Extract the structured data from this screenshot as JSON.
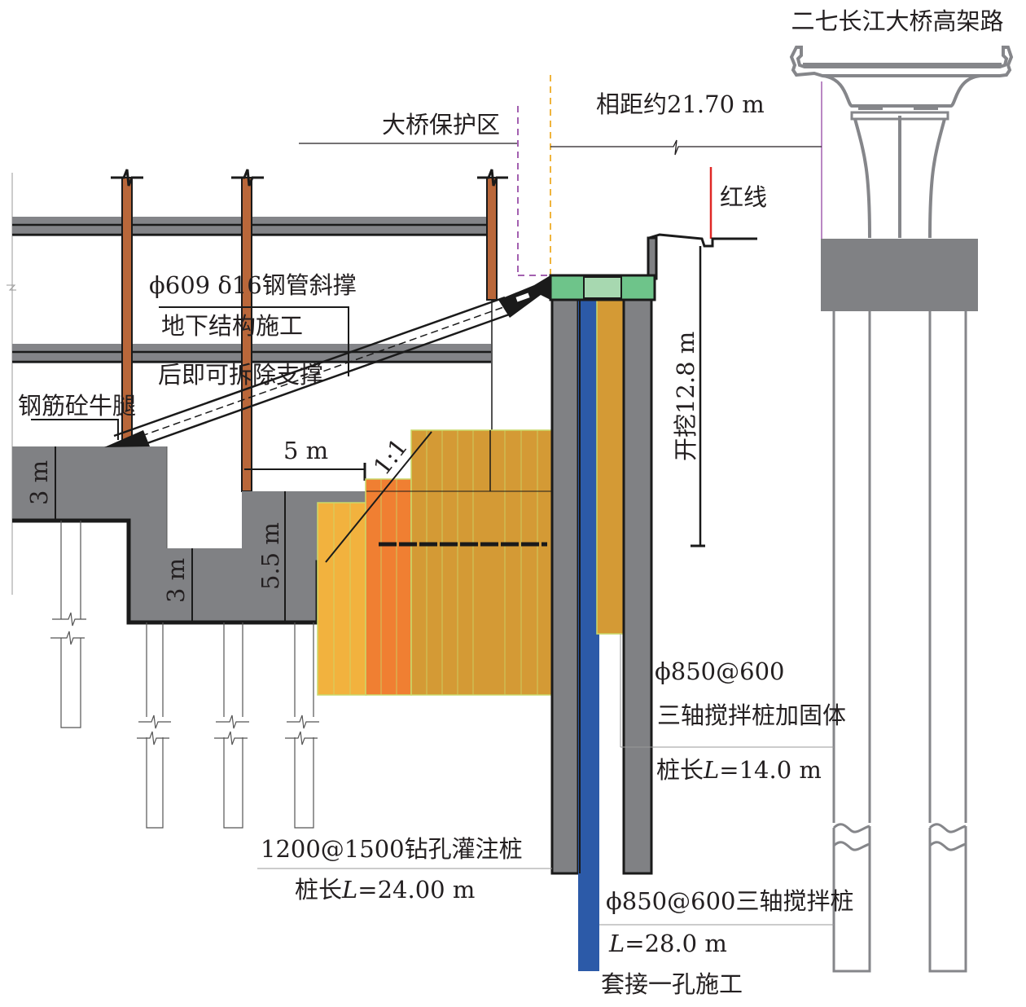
{
  "title": "二七长江大桥高架路",
  "labels": {
    "bridge_protection_zone": "大桥保护区",
    "distance": "相距约21.70 m",
    "red_line": "红线",
    "steel_strut_1": "ϕ609 δ16钢管斜撑",
    "steel_strut_2": "地下结构施工",
    "steel_strut_3": "后即可拆除支撑",
    "corbel": "钢筋砼牛腿",
    "excavation_depth": "开挖12.8 m",
    "dim_5m": "5 m",
    "dim_3m_top": "3 m",
    "dim_3m_bottom": "3 m",
    "dim_5_5m": "5.5 m",
    "slope": "1:1",
    "mixing_pile_reinforce_1": "ϕ850@600",
    "mixing_pile_reinforce_2": "三轴搅拌桩加固体",
    "mixing_pile_reinforce_len_prefix": "桩长",
    "mixing_pile_reinforce_len_var": "L",
    "mixing_pile_reinforce_len_val": "=14.0 m",
    "bored_pile_1": "1200@1500钻孔灌注桩",
    "bored_pile_len_prefix": "桩长",
    "bored_pile_len_var": "L",
    "bored_pile_len_val": "=24.00 m",
    "mixing_pile_1": "ϕ850@600三轴搅拌桩",
    "mixing_pile_len_var": "L",
    "mixing_pile_len_val": "=28.0 m",
    "mixing_pile_3": "套接一孔施工"
  },
  "colors": {
    "concrete_gray": "#808184",
    "steel_column": "#b9673a",
    "beam_gray": "#838488",
    "capping_beam_green": "#6ec48a",
    "capping_beam_light": "#a7d8b0",
    "mixing_pile_blue": "#2c5aa8",
    "reinforce_orange": "#d49a35",
    "reinforce_light": "#f2b23e",
    "reinforce_red": "#f07f32",
    "protection_purple": "#a360b0",
    "zone_yellow": "#f0b43c",
    "red_line": "#e02826",
    "bridge_gray": "#85868a",
    "line_black": "#1a1a1a"
  }
}
